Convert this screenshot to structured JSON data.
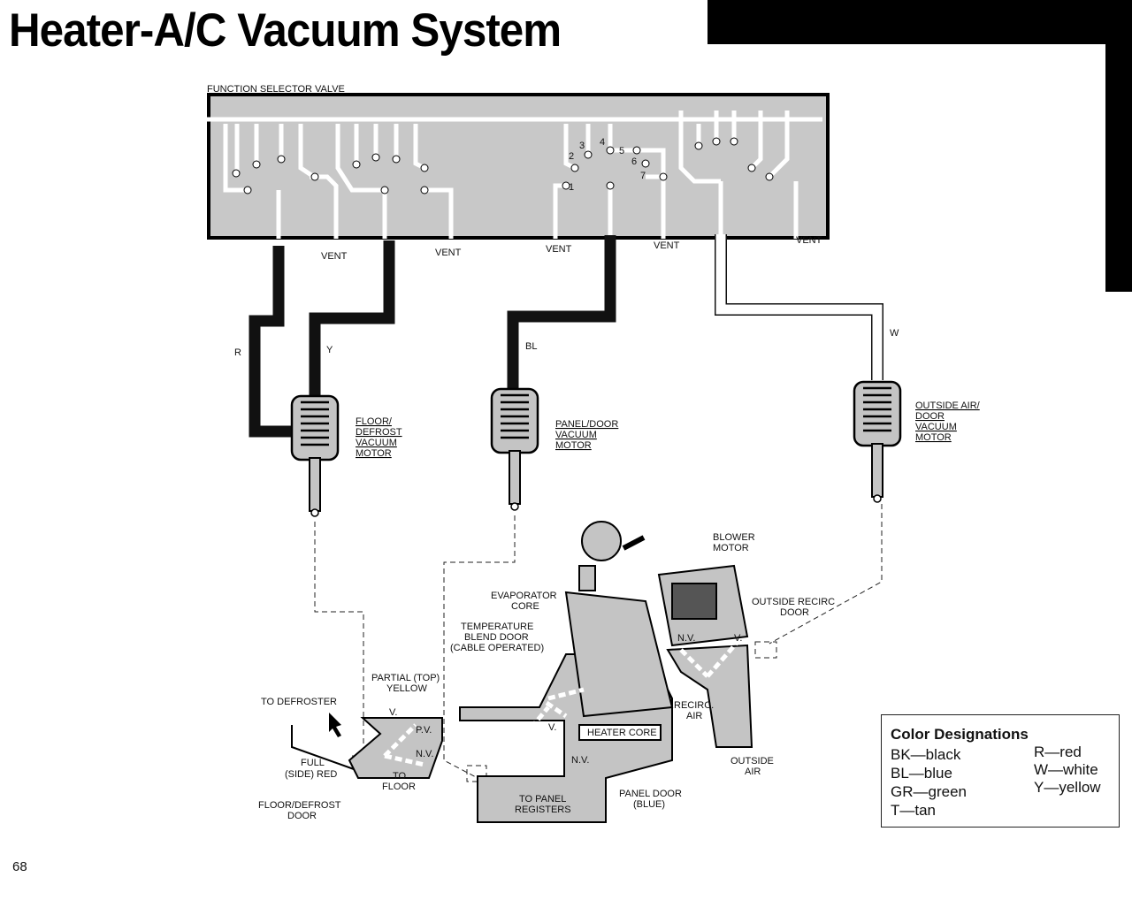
{
  "page": {
    "title": "Heater-A/C Vacuum System",
    "page_number": "68"
  },
  "valve": {
    "label": "FUNCTION SELECTOR VALVE",
    "port_numbers": [
      "1",
      "2",
      "3",
      "4",
      "5",
      "6",
      "7"
    ],
    "vent_label": "VENT"
  },
  "hoses": {
    "red": "R",
    "yellow": "Y",
    "blue": "BL",
    "white": "W"
  },
  "motors": {
    "floor_defrost": [
      "FLOOR/",
      "DEFROST",
      "VACUUM",
      "MOTOR"
    ],
    "panel_door": [
      "PANEL/DOOR",
      "VACUUM",
      "MOTOR"
    ],
    "outside_air": [
      "OUTSIDE AIR/",
      "DOOR",
      "VACUUM",
      "MOTOR"
    ]
  },
  "components": {
    "blower_motor": [
      "BLOWER",
      "MOTOR"
    ],
    "evaporator_core": [
      "EVAPORATOR",
      "CORE"
    ],
    "temperature_blend": [
      "TEMPERATURE",
      "BLEND DOOR",
      "(CABLE OPERATED)"
    ],
    "outside_recirc": [
      "OUTSIDE RECIRC",
      "DOOR"
    ],
    "recirc_air": [
      "RECIRC.",
      "AIR"
    ],
    "outside_air": [
      "OUTSIDE",
      "AIR"
    ],
    "heater_core": "HEATER CORE",
    "nv": "N.V.",
    "v": "V.",
    "pv": "P.V.",
    "partial_top": [
      "PARTIAL (TOP)",
      "YELLOW"
    ],
    "to_defroster": "TO DEFROSTER",
    "full_side": [
      "FULL",
      "(SIDE) RED"
    ],
    "floor_defrost_door": [
      "FLOOR/DEFROST",
      "DOOR"
    ],
    "to_floor": [
      "TO",
      "FLOOR"
    ],
    "to_panel": [
      "TO PANEL",
      "REGISTERS"
    ],
    "panel_door": [
      "PANEL DOOR",
      "(BLUE)"
    ]
  },
  "legend": {
    "title": "Color Designations",
    "left": [
      "BK—black",
      "BL—blue",
      "GR—green",
      "T—tan"
    ],
    "right": [
      "R—red",
      "W—white",
      "Y—yellow"
    ]
  },
  "colors": {
    "valve_fill": "#c8c8c8",
    "hose_black": "#111111",
    "component_fill": "#c4c4c4"
  }
}
